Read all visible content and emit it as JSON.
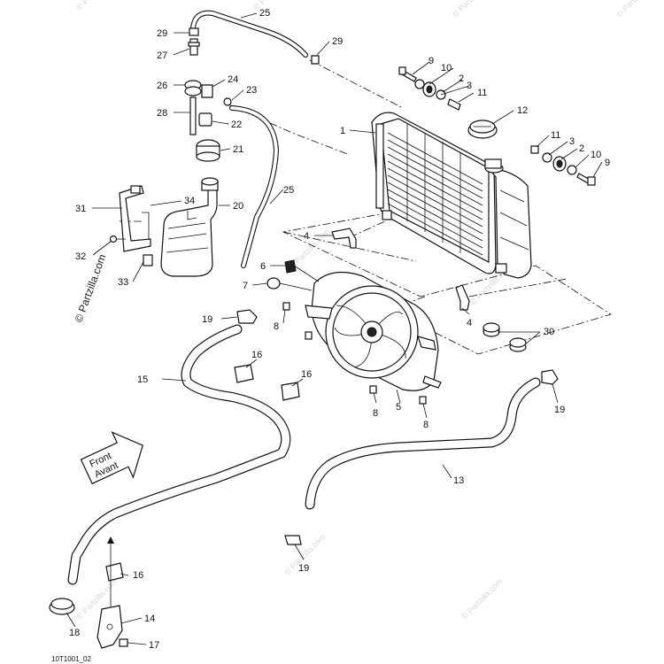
{
  "callouts": [
    {
      "id": "c25a",
      "text": "25"
    },
    {
      "id": "c29a",
      "text": "29"
    },
    {
      "id": "c29b",
      "text": "29"
    },
    {
      "id": "c27",
      "text": "27"
    },
    {
      "id": "c26",
      "text": "26"
    },
    {
      "id": "c24",
      "text": "24"
    },
    {
      "id": "c23",
      "text": "23"
    },
    {
      "id": "c28",
      "text": "28"
    },
    {
      "id": "c22",
      "text": "22"
    },
    {
      "id": "c21",
      "text": "21"
    },
    {
      "id": "c20",
      "text": "20"
    },
    {
      "id": "c34",
      "text": "34"
    },
    {
      "id": "c31",
      "text": "31"
    },
    {
      "id": "c32",
      "text": "32"
    },
    {
      "id": "c33",
      "text": "33"
    },
    {
      "id": "c25b",
      "text": "25"
    },
    {
      "id": "c9a",
      "text": "9"
    },
    {
      "id": "c10a",
      "text": "10"
    },
    {
      "id": "c2a",
      "text": "2"
    },
    {
      "id": "c3a",
      "text": "3"
    },
    {
      "id": "c11a",
      "text": "11"
    },
    {
      "id": "c12",
      "text": "12"
    },
    {
      "id": "c1",
      "text": "1"
    },
    {
      "id": "c11b",
      "text": "11"
    },
    {
      "id": "c3b",
      "text": "3"
    },
    {
      "id": "c2b",
      "text": "2"
    },
    {
      "id": "c10b",
      "text": "10"
    },
    {
      "id": "c9b",
      "text": "9"
    },
    {
      "id": "c4a",
      "text": "4"
    },
    {
      "id": "c6",
      "text": "6"
    },
    {
      "id": "c7",
      "text": "7"
    },
    {
      "id": "c19a",
      "text": "19"
    },
    {
      "id": "c8a",
      "text": "8"
    },
    {
      "id": "c4b",
      "text": "4"
    },
    {
      "id": "c30",
      "text": "30"
    },
    {
      "id": "c15",
      "text": "15"
    },
    {
      "id": "c16a",
      "text": "16"
    },
    {
      "id": "c16b",
      "text": "16"
    },
    {
      "id": "c8b",
      "text": "8"
    },
    {
      "id": "c5",
      "text": "5"
    },
    {
      "id": "c8c",
      "text": "8"
    },
    {
      "id": "c19b",
      "text": "19"
    },
    {
      "id": "c13",
      "text": "13"
    },
    {
      "id": "c19c",
      "text": "19"
    },
    {
      "id": "c16c",
      "text": "16"
    },
    {
      "id": "c14",
      "text": "14"
    },
    {
      "id": "c18",
      "text": "18"
    },
    {
      "id": "c17",
      "text": "17"
    }
  ],
  "front_arrow": {
    "line1": "Front",
    "line2": "Avant"
  },
  "figure_code": "10T1001_02",
  "watermark_side": "© Partzilla.com",
  "watermark": "© Partzilla.com"
}
